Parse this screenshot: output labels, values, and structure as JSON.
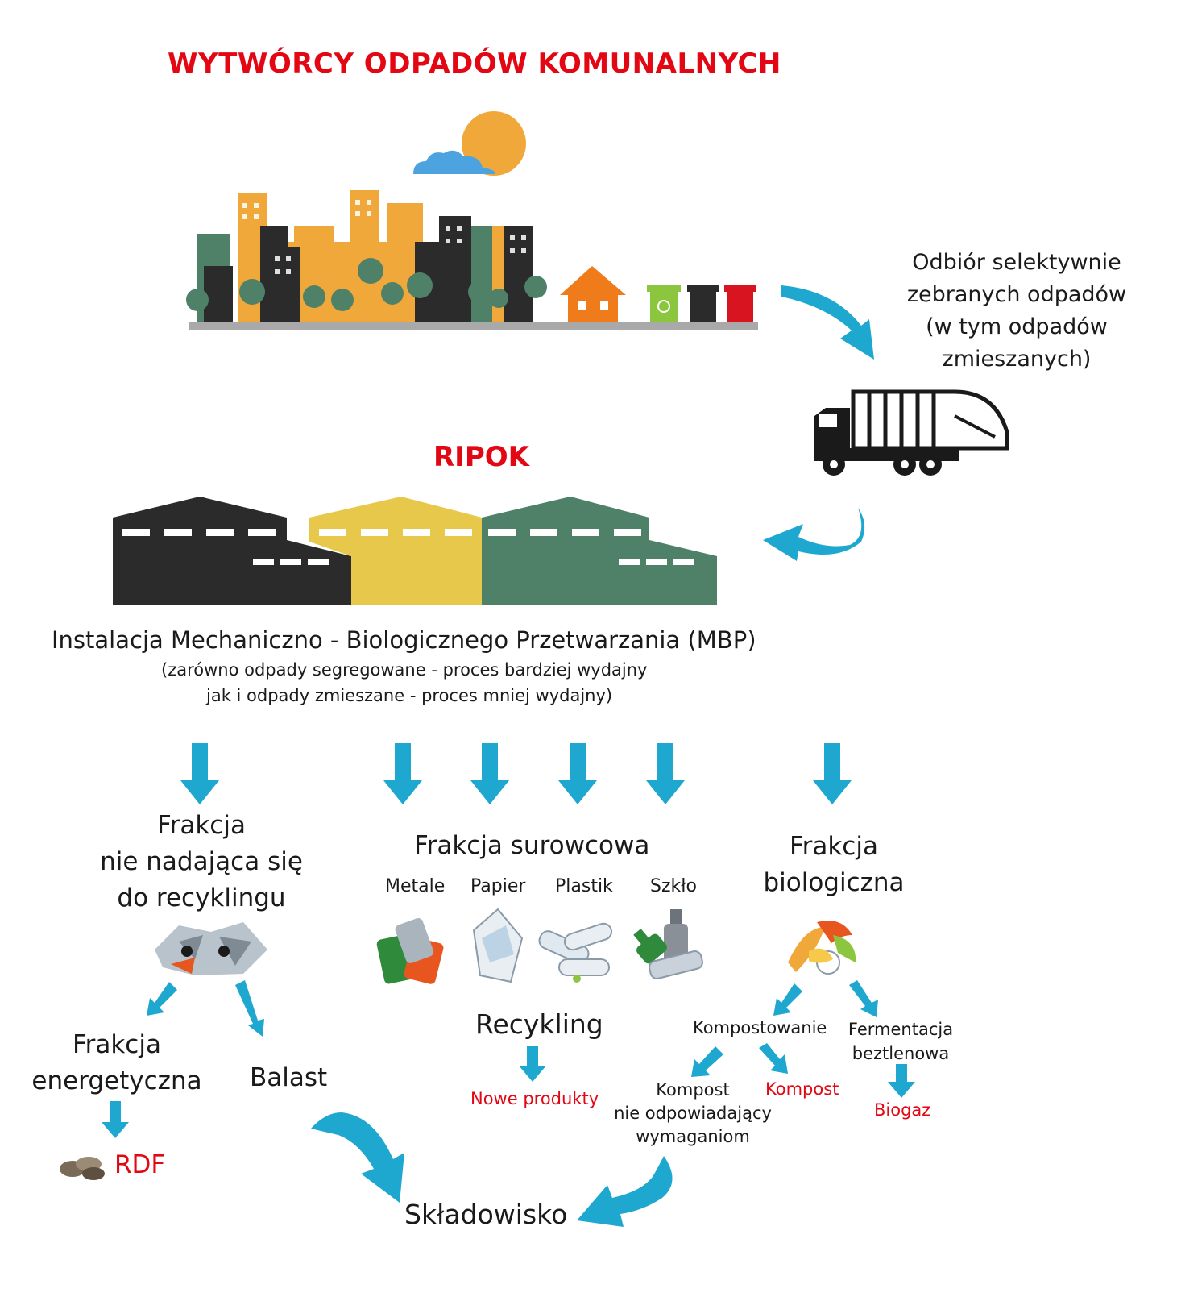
{
  "title": "WYTWÓRCY ODPADÓW KOMUNALNYCH",
  "collection": [
    "Odbiór selektywnie",
    "zebranych odpadów",
    "(w tym odpadów",
    "zmieszanych)"
  ],
  "ripok": "RIPOK",
  "mbp": {
    "title": "Instalacja Mechaniczno - Biologicznego Przetwarzania (MBP)",
    "sub1": "(zarówno odpady segregowane - proces bardziej wydajny",
    "sub2": "jak i odpady zmieszane - proces mniej wydajny)"
  },
  "non_recyclable": {
    "label": [
      "Frakcja",
      "nie nadająca się",
      "do recyklingu"
    ],
    "energy": [
      "Frakcja",
      "energetyczna"
    ],
    "rdf": "RDF",
    "ballast": "Balast"
  },
  "raw": {
    "label": "Frakcja surowcowa",
    "materials": [
      "Metale",
      "Papier",
      "Plastik",
      "Szkło"
    ],
    "recycling": "Recykling",
    "new_products": "Nowe produkty"
  },
  "bio": {
    "label": [
      "Frakcja",
      "biologiczna"
    ],
    "composting": "Kompostowanie",
    "fermentation": [
      "Fermentacja",
      "beztlenowa"
    ],
    "compost_bad": [
      "Kompost",
      "nie odpowiadający",
      "wymaganiom"
    ],
    "compost": "Kompost",
    "biogas": "Biogaz"
  },
  "landfill": "Składowisko",
  "colors": {
    "red": "#e30613",
    "arrow": "#1ea7cf",
    "dark": "#2b2b2b",
    "yellow": "#e8c84a",
    "green": "#4f8168",
    "orange": "#f0a83a",
    "bin_green": "#8cc63f",
    "bin_red": "#d7141f"
  }
}
